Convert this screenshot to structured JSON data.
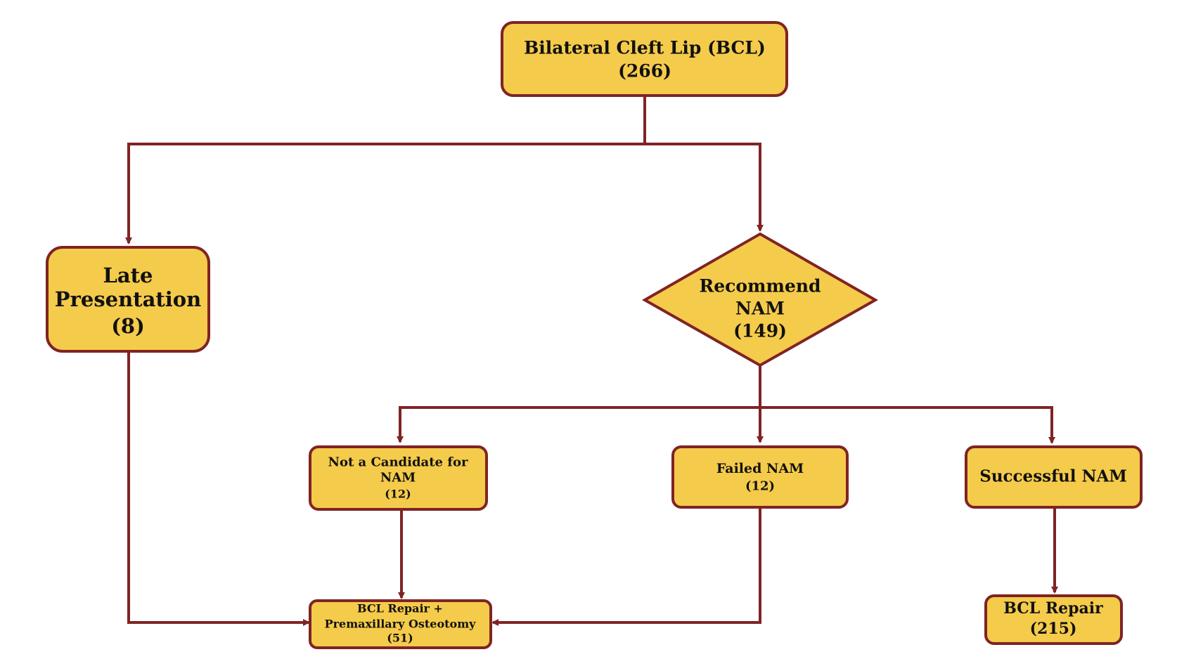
{
  "colors": {
    "fill": "#f5cb4b",
    "stroke": "#7f2424",
    "text": "#111111"
  },
  "nodes": {
    "bcl": {
      "lines": [
        "Bilateral Cleft Lip (BCL)",
        "(266)"
      ]
    },
    "late": {
      "lines": [
        "Late",
        "Presentation",
        "(8)"
      ]
    },
    "recommend": {
      "lines": [
        "Recommend",
        "NAM",
        "(149)"
      ]
    },
    "not_cand": {
      "lines": [
        "Not a Candidate for",
        "NAM",
        "(12)"
      ]
    },
    "failed": {
      "lines": [
        "Failed NAM",
        "(12)"
      ]
    },
    "successful": {
      "lines": [
        "Successful NAM"
      ]
    },
    "repair_osteo": {
      "lines": [
        "BCL Repair +",
        "Premaxillary Osteotomy",
        "(51)"
      ]
    },
    "repair": {
      "lines": [
        "BCL Repair",
        "(215)"
      ]
    }
  }
}
